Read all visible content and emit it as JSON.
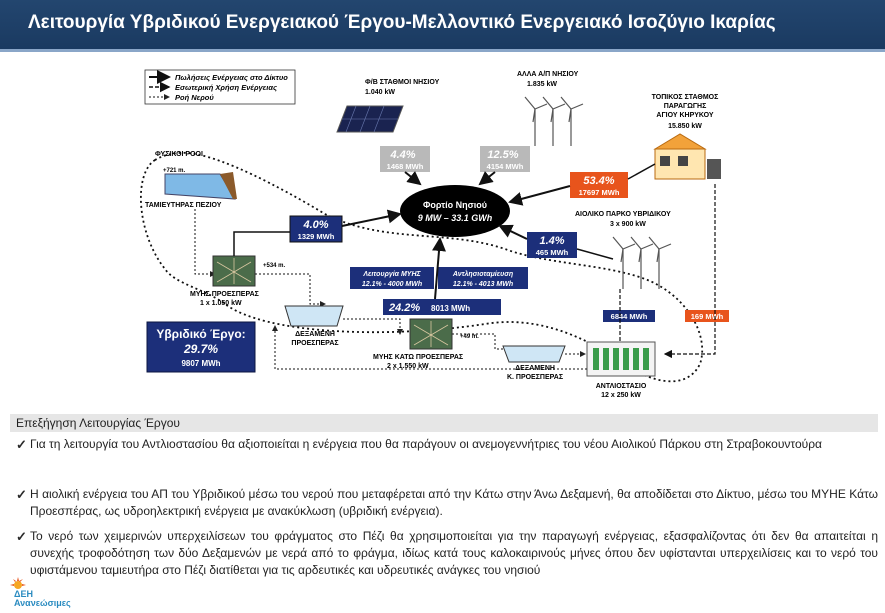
{
  "header": {
    "title": "Λειτουργία Υβριδικού Ενεργειακού Έργου-Μελλοντικό Ενεργειακό Ισοζύγιο Ικαρίας"
  },
  "legend": {
    "items": [
      "Πωλήσεις Ενέργειας στο Δίκτυο",
      "Εσωτερική Χρήση Ενέργειας",
      "Ροή Νερού"
    ]
  },
  "nodes": {
    "pv": {
      "name": "Φ/Β ΣΤΑΘΜΟΙ ΝΗΣΙΟΥ",
      "power": "1.040 kW",
      "pct": "4.4%",
      "energy": "1468 MWh"
    },
    "wind_island": {
      "name": "ΑΛΛΑ Α/Π ΝΗΣΙΟΥ",
      "power": "1.835 kW",
      "pct": "12.5%",
      "energy": "4154 MWh"
    },
    "thermal": {
      "name_1": "ΤΟΠΙΚΟΣ ΣΤΑΘΜΟΣ",
      "name_2": "ΠΑΡΑΓΩΓΗΣ",
      "name_3": "ΑΓΙΟΥ ΚΗΡΥΚΟΥ",
      "power": "15.850 kW",
      "pct": "53.4%",
      "energy": "17697 MWh"
    },
    "load": {
      "name": "Φορτίο Νησιού",
      "value": "9 MW – 33.1 GWh"
    },
    "natural_flow": {
      "name": "ΦΥΣΙΚΟΙ ΡΟΟΙ",
      "elevation": "+721 m."
    },
    "reservoir_pezi": {
      "name": "ΤΑΜΙΕΥΤΗΡΑΣ ΠΕΖΙΟΥ"
    },
    "hpp_prosperas": {
      "name": "ΜΥΗΣ ΠΡΟΕΣΠΕΡΑΣ",
      "power": "1 x 1.050 kW",
      "elevation": "+534 m.",
      "pct": "4.0%",
      "energy": "1329 MWh"
    },
    "tank_prosperas": {
      "name_1": "ΔΕΞΑΜΕΝΗ",
      "name_2": "ΠΡΟΕΣΠΕΡΑΣ"
    },
    "hpp_lower": {
      "name": "ΜΥΗΣ ΚΑΤΩ ΠΡΟΕΣΠΕΡΑΣ",
      "power": "2 x 1.550 kW",
      "elevation": "+49 m.",
      "pct": "24.2%",
      "energy": "8013 MWh"
    },
    "tank_lower": {
      "name_1": "ΔΕΞΑΜΕΝΗ",
      "name_2": "Κ. ΠΡΟΕΣΠΕΡΑΣ"
    },
    "wind_hybrid": {
      "name": "ΑΙΟΛΙΚΟ ΠΑΡΚΟ ΥΒΡΙΔΙΚΟΥ",
      "power": "3 x 900 kW",
      "pct": "1.4%",
      "energy": "465 MWh",
      "to_pump": "6844 MWh"
    },
    "pump_station": {
      "name": "ΑΝΤΛΙΟΣΤΑΣΙΟ",
      "power": "12 x 250 kW",
      "from_grid": "169 MWh"
    },
    "hpp_operation": {
      "line_1": "Λειτουργία ΜΥΗΣ",
      "line_2": "12.1% - 4000 MWh"
    },
    "pump_storage": {
      "line_1": "Αντλησιοταμίευση",
      "line_2": "12.1% - 4013 MWh"
    },
    "hybrid_total": {
      "title": "Υβριδικό Έργο:",
      "pct": "29.7%",
      "energy": "9807 MWh"
    }
  },
  "explanation": {
    "title": "Επεξήγηση Λειτουργίας Έργου",
    "bullets": [
      "Για τη λειτουργία του Αντλιοστασίου θα αξιοποιείται η ενέργεια που θα παράγουν οι ανεμογεννήτριες του νέου Αιολικού Πάρκου στη Στραβοκουντούρα",
      "Η αιολική ενέργεια του ΑΠ του Υβριδικού μέσω του νερού που μεταφέρεται από την Κάτω στην Άνω Δεξαμενή, θα αποδίδεται στο Δίκτυο, μέσω του ΜΥΗΕ Κάτω Προεσπέρας, ως υδροηλεκτρική ενέργεια με ανακύκλωση (υβριδική ενέργεια).",
      "Το νερό των χειμερινών υπερχειλίσεων του φράγματος στο Πέζι θα χρησιμοποιείται για την παραγωγή ενέργειας,  εξασφαλίζοντας ότι δεν θα απαιτείται η συνεχής τροφοδότηση των δύο Δεξαμενών με νερά από το φράγμα, ιδίως κατά τους καλοκαιρινούς μήνες όπου δεν υφίστανται υπερχειλίσεις και το νερό του υφιστάμενου ταμιευτήρα στο Πέζι διατίθεται για τις αρδευτικές και υδρευτικές ανάγκες του νησιού"
    ]
  },
  "logo": {
    "line_1": "ΔΕΗ",
    "line_2": "Ανανεώσιμες"
  },
  "colors": {
    "header_bg": "#1f3f66",
    "navy_box": "#1c2f7a",
    "orange_box": "#e8541c",
    "grey_box": "#b9b9b9",
    "load_bg": "#000000"
  }
}
